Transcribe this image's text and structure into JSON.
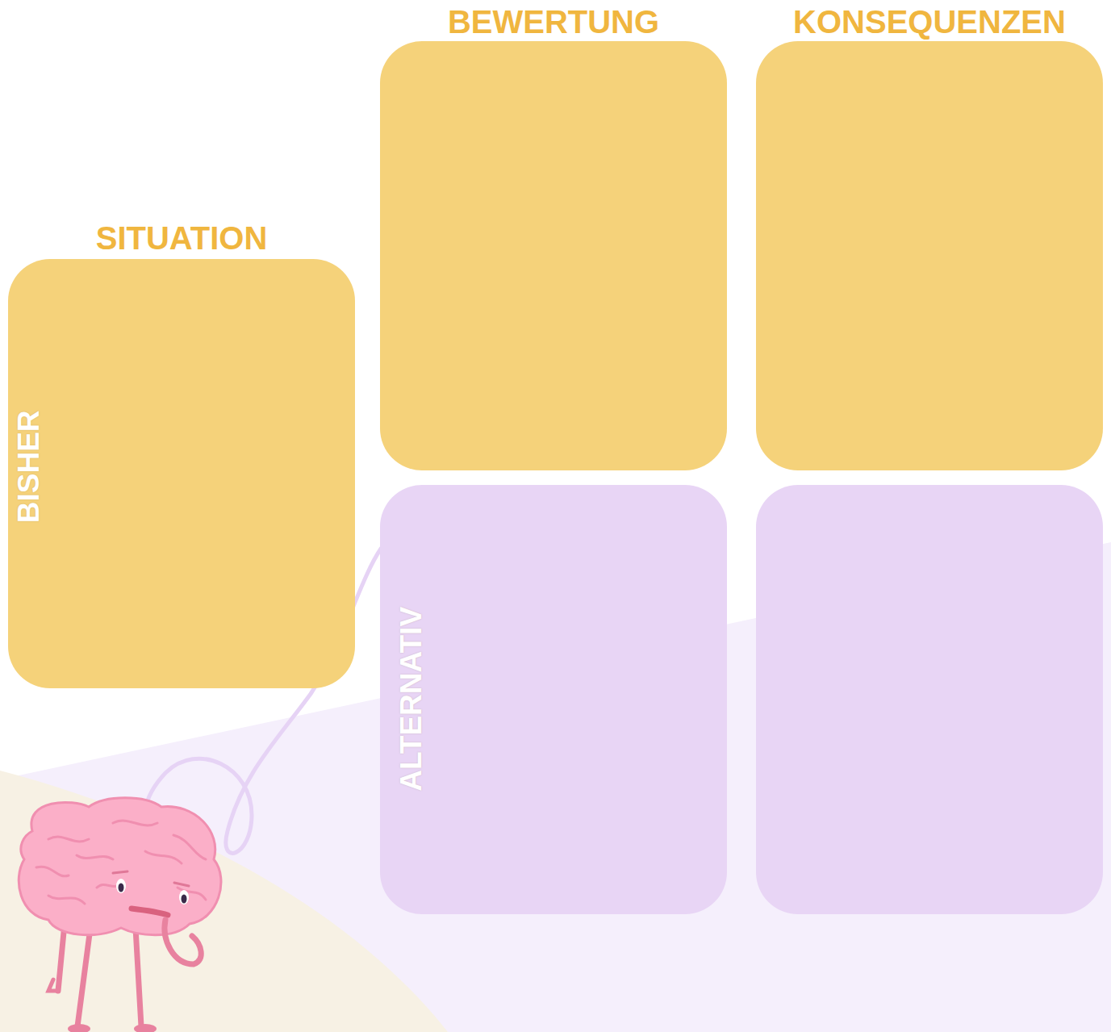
{
  "diagram": {
    "nodes": [
      {
        "text": [
          "BEWERTUNG"
        ]
      },
      {
        "text": [
          "KONSEQUENZEN"
        ]
      },
      {
        "text": [
          "SITUATION",
          "BISHER"
        ]
      },
      {
        "text": [
          "ALTERNATIV"
        ]
      }
    ]
  }
}
